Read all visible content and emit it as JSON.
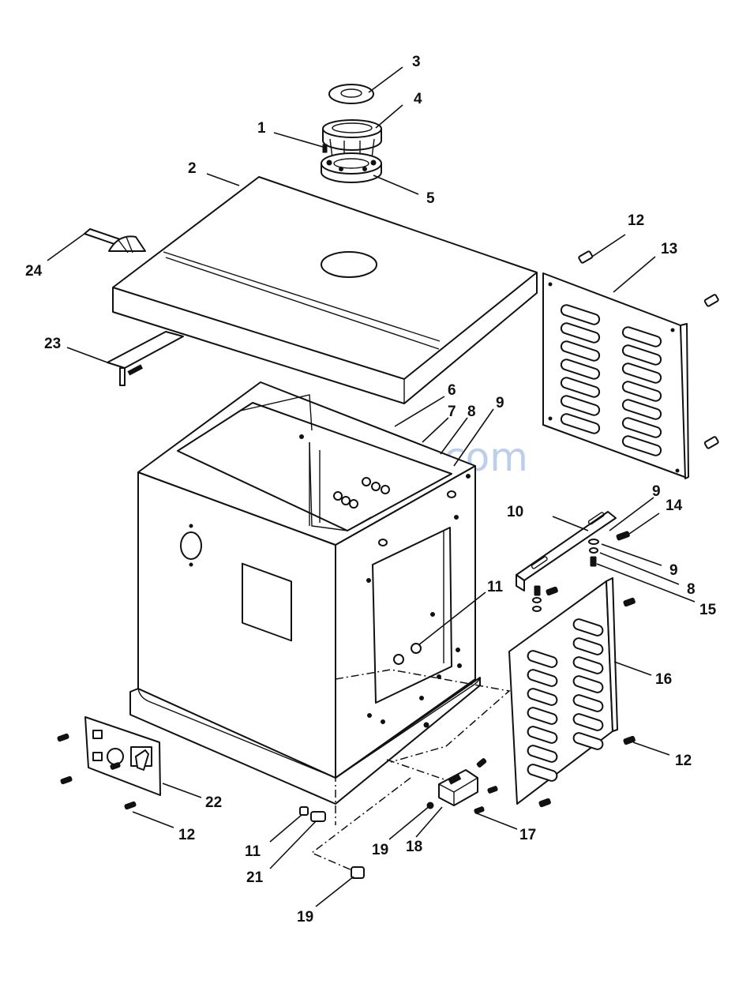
{
  "watermark": "ManualsLib.com",
  "callouts": [
    {
      "id": "c3a",
      "label": "3"
    },
    {
      "id": "c4a",
      "label": "4"
    },
    {
      "id": "c1a",
      "label": "1"
    },
    {
      "id": "c5a",
      "label": "5"
    },
    {
      "id": "c2a",
      "label": "2"
    },
    {
      "id": "c12a",
      "label": "12"
    },
    {
      "id": "c13a",
      "label": "13"
    },
    {
      "id": "c24a",
      "label": "24"
    },
    {
      "id": "c23a",
      "label": "23"
    },
    {
      "id": "c6a",
      "label": "6"
    },
    {
      "id": "c7a",
      "label": "7"
    },
    {
      "id": "c8a",
      "label": "8"
    },
    {
      "id": "c9a",
      "label": "9"
    },
    {
      "id": "c9b",
      "label": "9"
    },
    {
      "id": "c14a",
      "label": "14"
    },
    {
      "id": "c10a",
      "label": "10"
    },
    {
      "id": "c9c",
      "label": "9"
    },
    {
      "id": "c8b",
      "label": "8"
    },
    {
      "id": "c15a",
      "label": "15"
    },
    {
      "id": "c11a",
      "label": "11"
    },
    {
      "id": "c16a",
      "label": "16"
    },
    {
      "id": "c12b",
      "label": "12"
    },
    {
      "id": "c22a",
      "label": "22"
    },
    {
      "id": "c12c",
      "label": "12"
    },
    {
      "id": "c11b",
      "label": "11"
    },
    {
      "id": "c21a",
      "label": "21"
    },
    {
      "id": "c19a",
      "label": "19"
    },
    {
      "id": "c18a",
      "label": "18"
    },
    {
      "id": "c17a",
      "label": "17"
    },
    {
      "id": "c19b",
      "label": "19"
    }
  ]
}
